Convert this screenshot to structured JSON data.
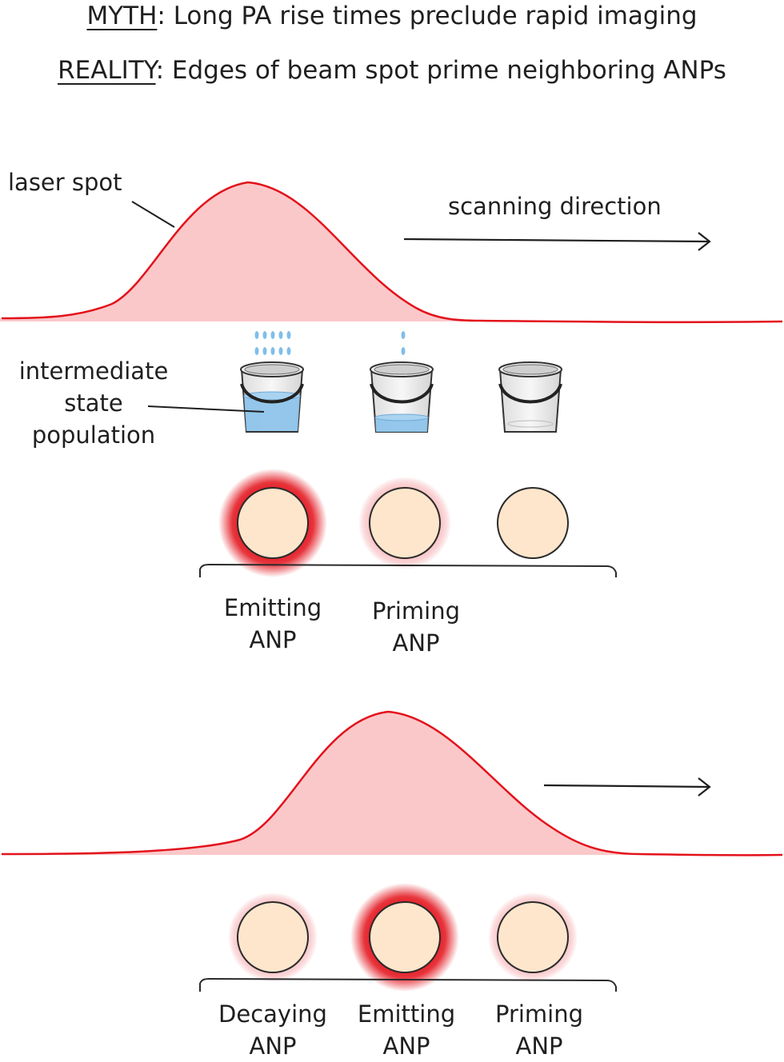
{
  "header": {
    "myth_keyword": "MYTH",
    "myth_text": ": Long PA rise times preclude rapid imaging",
    "reality_keyword": "REALITY",
    "reality_text": ": Edges of beam spot prime neighboring ANPs"
  },
  "panel_top": {
    "laser_spot_label": "laser spot",
    "scanning_direction_label": "scanning direction",
    "intermediate_label_line1": "intermediate",
    "intermediate_label_line2": "state",
    "intermediate_label_line3": "population",
    "buckets": [
      {
        "state": "filling",
        "fill_level": 0.65
      },
      {
        "state": "priming",
        "fill_level": 0.25
      },
      {
        "state": "empty",
        "fill_level": 0.0
      }
    ],
    "anps": [
      {
        "label_line1": "Emitting",
        "label_line2": "ANP",
        "glow": "strong"
      },
      {
        "label_line1": "Priming",
        "label_line2": "ANP",
        "glow": "weak"
      },
      {
        "label_line1": "",
        "label_line2": "",
        "glow": "none"
      }
    ]
  },
  "panel_bottom": {
    "anps": [
      {
        "label_line1": "Decaying",
        "label_line2": "ANP",
        "glow": "weak"
      },
      {
        "label_line1": "Emitting",
        "label_line2": "ANP",
        "glow": "strong"
      },
      {
        "label_line1": "Priming",
        "label_line2": "ANP",
        "glow": "weak"
      }
    ]
  },
  "colors": {
    "laser_line": "#e3121b",
    "laser_fill": "#fbc8ca",
    "anp_fill": "#fde6cc",
    "glow": "#e3121b",
    "water": "#8ec4ea",
    "drops": "#7fbfe8"
  }
}
